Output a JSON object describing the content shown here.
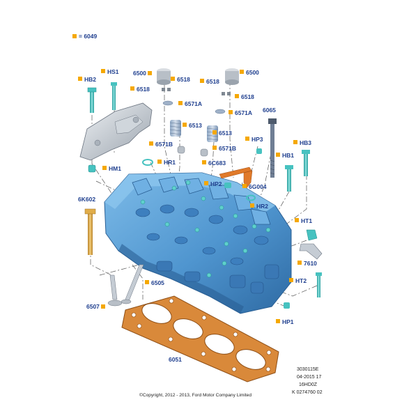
{
  "legend": {
    "label": "= 6049",
    "marker_color": "#f5a800"
  },
  "callouts": {
    "hb2": "HB2",
    "hs1": "HS1",
    "c6500a": "6500",
    "c6518a": "6518",
    "c6518b": "6518",
    "c6571a": "6571A",
    "c6513a": "6513",
    "c6571b_l": "6571B",
    "hr1": "HR1",
    "hm1": "HM1",
    "c6518c": "6518",
    "c6500b": "6500",
    "c6518d": "6518",
    "c6571a_b": "6571A",
    "c6513b": "6513",
    "c6571b_r": "6571B",
    "c6c683": "6C683",
    "hp3": "HP3",
    "c6065": "6065",
    "hb3": "HB3",
    "hb1": "HB1",
    "hp2": "HP2",
    "c6g004": "6G004",
    "hr2": "HR2",
    "c6k602": "6K602",
    "ht1": "HT1",
    "c7610": "7610",
    "ht2": "HT2",
    "c6505": "6505",
    "c6507": "6507",
    "hp1": "HP1",
    "c6051": "6051"
  },
  "meta": {
    "line1": "3030115E",
    "line2": "04-2015 17",
    "line3": "16HD0Z",
    "line4": "K 0274760 02"
  },
  "copyright": "©Copyright, 2012 - 2013, Ford Motor Company Limited",
  "colors": {
    "callout_text": "#1f3f8f",
    "marker": "#f5a800",
    "head_blue": "#5ea7dd",
    "head_dark": "#2f6ea8",
    "part_gray": "#c5ccd4",
    "gasket_orange": "#d9893a",
    "teal_bolt": "#47c2c0",
    "bolt_gold": "#e0ad4a"
  }
}
